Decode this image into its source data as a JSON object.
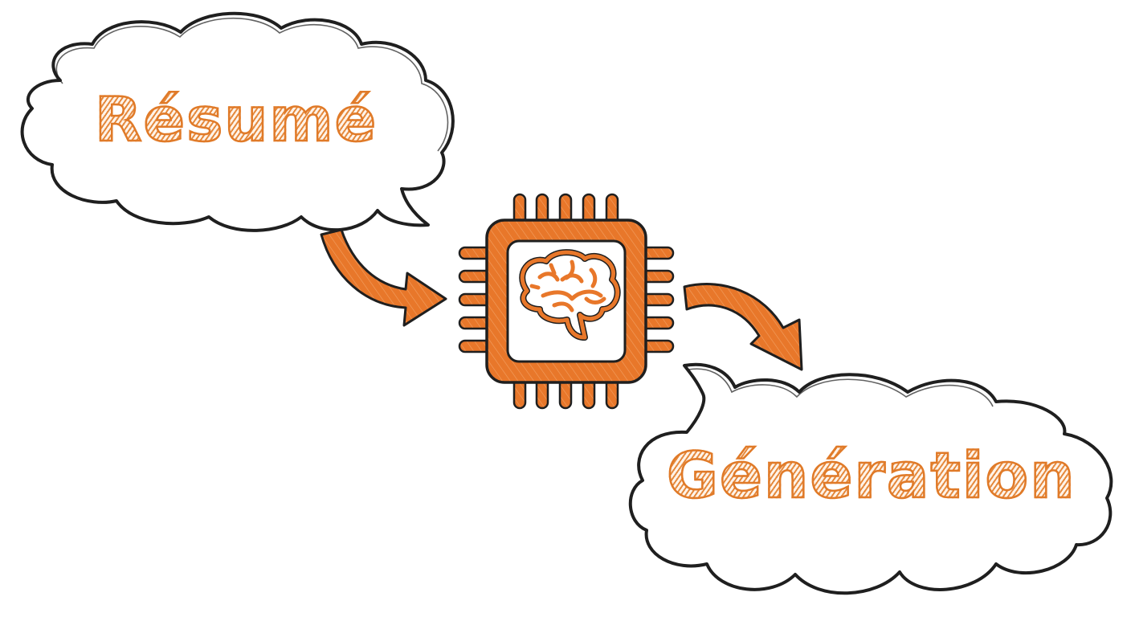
{
  "diagram": {
    "type": "flow",
    "nodes": [
      {
        "id": "input",
        "label": "Résumé",
        "shape": "speech-cloud"
      },
      {
        "id": "processor",
        "label": "",
        "shape": "cpu-chip",
        "icon": "brain-icon"
      },
      {
        "id": "output",
        "label": "Génération",
        "shape": "speech-cloud"
      }
    ],
    "edges": [
      {
        "from": "input",
        "to": "processor",
        "style": "curved-arrow"
      },
      {
        "from": "processor",
        "to": "output",
        "style": "curved-arrow"
      }
    ]
  },
  "labels": {
    "input": "Résumé",
    "output": "Génération"
  },
  "colors": {
    "accent": "#E07A28",
    "outline": "#1F1F1F",
    "background": "#FFFFFF"
  }
}
